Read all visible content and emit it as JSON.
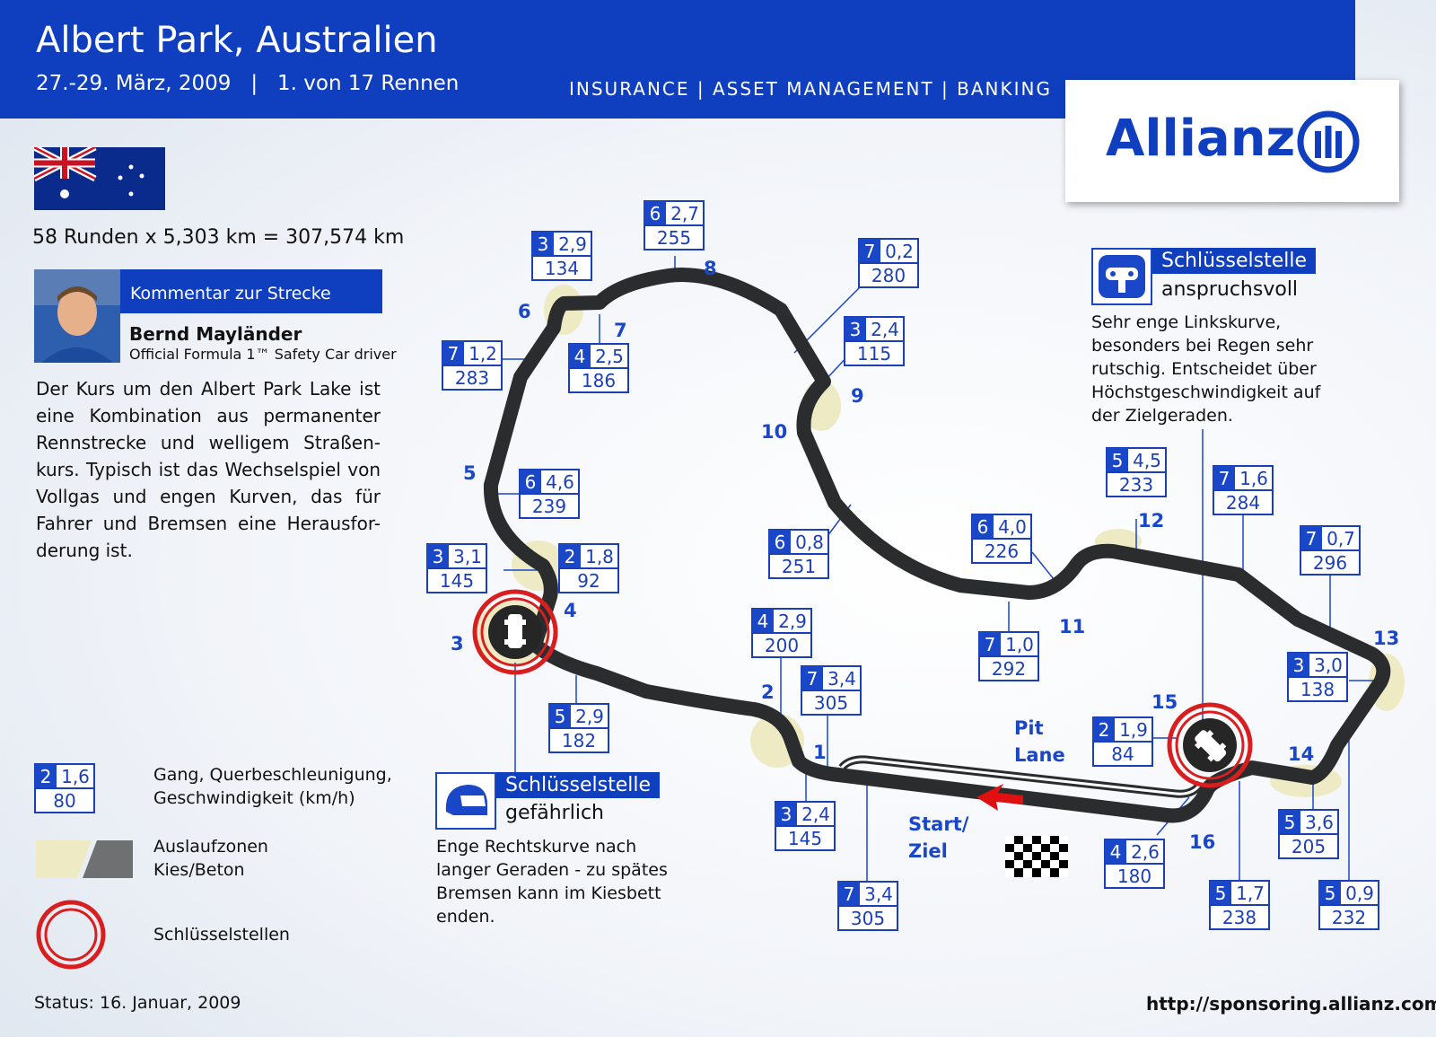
{
  "header": {
    "title": "Albert Park, Australien",
    "subtitle": "27.-29. März, 2009   |   1. von 17 Rennen",
    "tagline": "INSURANCE | ASSET MANAGEMENT | BANKING",
    "logo": "Allianz"
  },
  "race": {
    "laps_text": "58 Runden x 5,303 km = 307,574 km"
  },
  "commentary": {
    "title": "Kommentar zur Strecke",
    "driver_name": "Bernd Mayländer",
    "driver_role": "Official Formula 1™ Safety Car driver",
    "text": "Der Kurs um den Albert Park Lake ist eine Kombination aus permanenter Rennstrecke und welligem Straßen-kurs. Typisch ist das Wechselspiel von Vollgas und engen Kurven, das für Fahrer und Bremsen eine Herausfor-derung ist."
  },
  "legend": {
    "sample_box": {
      "gear": "2",
      "lateral_g": "1,6",
      "speed": "80"
    },
    "box_label_1": "Gang, Querbeschleunigung,",
    "box_label_2": "Geschwindigkeit (km/h)",
    "runoff_label_1": "Auslaufzonen",
    "runoff_label_2": "Kies/Beton",
    "keyspot_label": "Schlüsselstellen"
  },
  "key_spots": [
    {
      "title": "Schlüsselstelle",
      "subtitle": "gefährlich",
      "lines": [
        "Enge Rechtskurve nach",
        "langer Geraden - zu spätes",
        "Bremsen kann im Kiesbett",
        "enden."
      ]
    },
    {
      "title": "Schlüsselstelle",
      "subtitle": "anspruchsvoll",
      "lines": [
        "Sehr enge Linkskurve,",
        "besonders bei Regen sehr",
        "rutschig. Entscheidet über",
        "Höchstgeschwindigkeit auf",
        "der Zielgeraden."
      ]
    }
  ],
  "track": {
    "turn_labels": [
      "1",
      "2",
      "3",
      "4",
      "5",
      "6",
      "7",
      "8",
      "9",
      "10",
      "11",
      "12",
      "13",
      "14",
      "15",
      "16"
    ],
    "pit_lane": [
      "Pit",
      "Lane"
    ],
    "start_finish": [
      "Start/",
      "Ziel"
    ],
    "info_boxes": [
      {
        "gear": "3",
        "g": "2,9",
        "speed": "134"
      },
      {
        "gear": "6",
        "g": "2,7",
        "speed": "255"
      },
      {
        "gear": "7",
        "g": "0,2",
        "speed": "280"
      },
      {
        "gear": "3",
        "g": "2,4",
        "speed": "115"
      },
      {
        "gear": "7",
        "g": "1,2",
        "speed": "283"
      },
      {
        "gear": "4",
        "g": "2,5",
        "speed": "186"
      },
      {
        "gear": "6",
        "g": "4,6",
        "speed": "239"
      },
      {
        "gear": "3",
        "g": "3,1",
        "speed": "145"
      },
      {
        "gear": "2",
        "g": "1,8",
        "speed": "92"
      },
      {
        "gear": "5",
        "g": "2,9",
        "speed": "182"
      },
      {
        "gear": "6",
        "g": "0,8",
        "speed": "251"
      },
      {
        "gear": "6",
        "g": "4,0",
        "speed": "226"
      },
      {
        "gear": "7",
        "g": "1,0",
        "speed": "292"
      },
      {
        "gear": "5",
        "g": "4,5",
        "speed": "233"
      },
      {
        "gear": "7",
        "g": "1,6",
        "speed": "284"
      },
      {
        "gear": "7",
        "g": "0,7",
        "speed": "296"
      },
      {
        "gear": "4",
        "g": "2,9",
        "speed": "200"
      },
      {
        "gear": "7",
        "g": "3,4",
        "speed": "305"
      },
      {
        "gear": "3",
        "g": "3,0",
        "speed": "138"
      },
      {
        "gear": "2",
        "g": "1,9",
        "speed": "84"
      },
      {
        "gear": "3",
        "g": "2,4",
        "speed": "145"
      },
      {
        "gear": "7",
        "g": "3,4",
        "speed": "305"
      },
      {
        "gear": "4",
        "g": "2,6",
        "speed": "180"
      },
      {
        "gear": "5",
        "g": "1,7",
        "speed": "238"
      },
      {
        "gear": "5",
        "g": "3,6",
        "speed": "205"
      },
      {
        "gear": "5",
        "g": "0,9",
        "speed": "232"
      }
    ]
  },
  "footer": {
    "status": "Status: 16. Januar, 2009",
    "url": "http://sponsoring.allianz.com"
  },
  "colors": {
    "brand_blue": "#0f3fbf",
    "track": "#2a2c2e",
    "runoff": "#eeeac4",
    "keyspot_ring": "#d81e1e"
  }
}
